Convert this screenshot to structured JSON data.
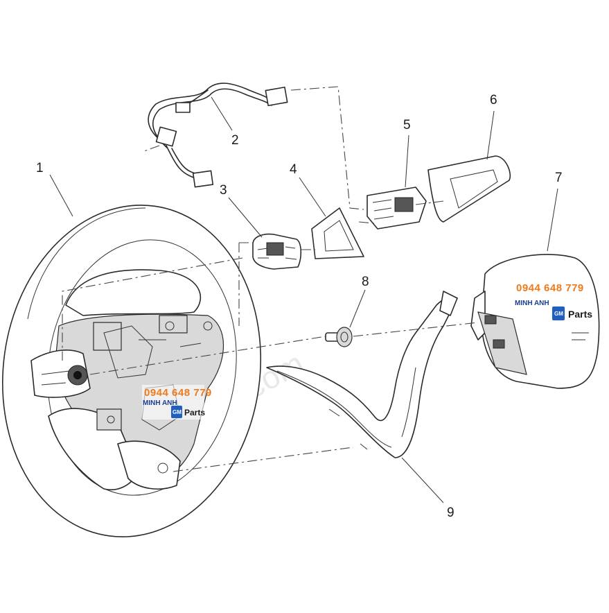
{
  "callouts": [
    "1",
    "2",
    "3",
    "4",
    "5",
    "6",
    "7",
    "8",
    "9"
  ],
  "watermark": {
    "phone": "0944 648 779",
    "brand": "MINH ANH",
    "gm": "GM",
    "parts": "Parts",
    "site": "...c.com"
  },
  "colors": {
    "line": "#2a2a2a",
    "phone": "#f07a1a",
    "brand": "#1c3f94",
    "gm_badge": "#1f5fbf"
  }
}
